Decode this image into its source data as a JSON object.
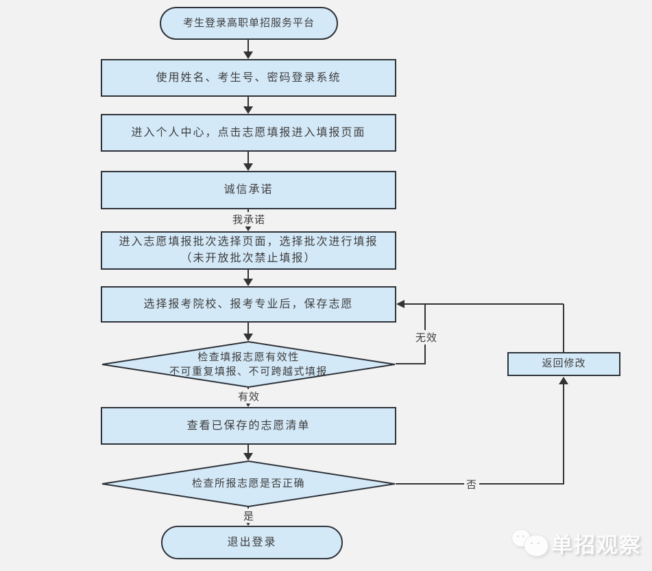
{
  "flowchart": {
    "nodes": {
      "start": {
        "label": "考生登录高职单招服务平台"
      },
      "login": {
        "label": "使用姓名、考生号、密码登录系统"
      },
      "personal_center": {
        "label": "进入个人中心，点击志愿填报进入填报页面"
      },
      "integrity": {
        "label": "诚信承诺"
      },
      "batch_select": {
        "line1": "进入志愿填报批次选择页面，选择批次进行填报",
        "line2": "（未开放批次禁止填报）"
      },
      "save_choice": {
        "label": "选择报考院校、报考专业后，保存志愿"
      },
      "check_valid": {
        "line1": "检查填报志愿有效性",
        "line2": "不可重复填报、不可跨越式填报"
      },
      "view_list": {
        "label": "查看已保存的志愿清单"
      },
      "check_correct": {
        "label": "检查所报志愿是否正确"
      },
      "return_modify": {
        "label": "返回修改"
      },
      "logout": {
        "label": "退出登录"
      }
    },
    "edge_labels": {
      "promise": "我承诺",
      "valid": "有效",
      "invalid": "无效",
      "yes": "是",
      "no": "否"
    }
  },
  "watermark": {
    "text": "单招观察"
  },
  "colors": {
    "node_fill": "#d4e9f8",
    "node_border": "#2e3238",
    "line": "#333333",
    "text": "#3d3d3d",
    "background": "#f2f2f2",
    "watermark": "#fcfcfc"
  }
}
